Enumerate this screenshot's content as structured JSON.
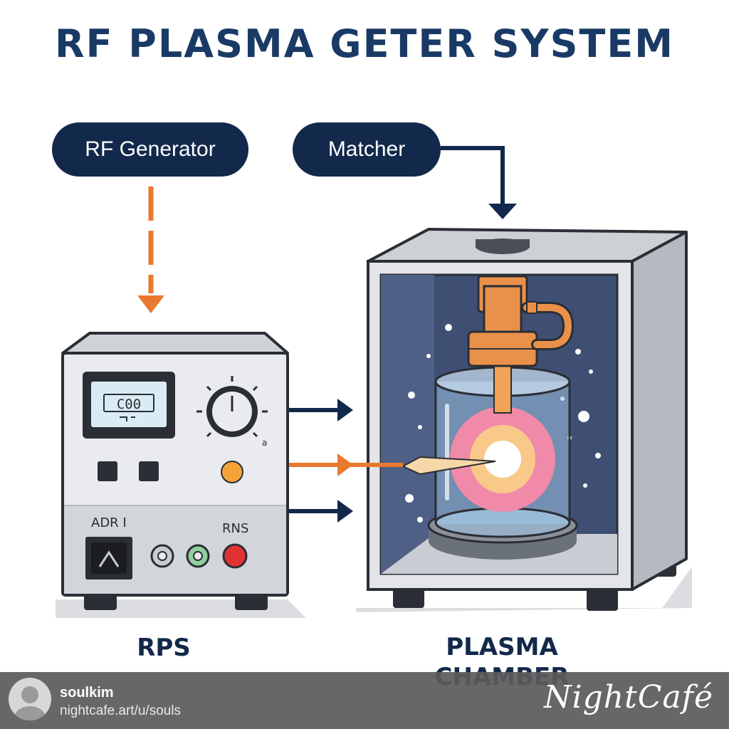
{
  "title": "RF PLASMA GETER SYSTEM",
  "labels": {
    "rf_generator": "RF Generator",
    "matcher": "Matcher",
    "rps": "RPS",
    "chamber_line1": "PLASMA",
    "chamber_line2": "CHAMBER"
  },
  "device": {
    "display": "C00",
    "panel_left": "ADR I",
    "panel_right": "RNS",
    "knob_mark": "a"
  },
  "footer": {
    "username": "soulkim",
    "url": "nightcafe.art/u/souls",
    "brand": "NightCafé"
  },
  "colors": {
    "navy": "#13294b",
    "orange": "#e9792f",
    "chamber_interior": "#3e4f73",
    "device_body": "#e9ebee",
    "plasma": "#f08aa8"
  }
}
